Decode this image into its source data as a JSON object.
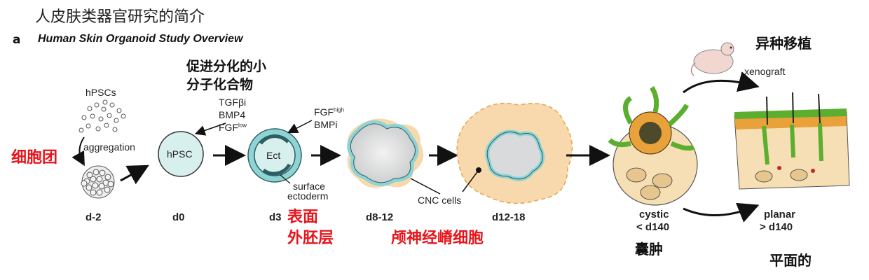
{
  "header": {
    "title_cn": "人皮肤类器官研究的简介",
    "panel_letter": "a",
    "panel_title": "Human Skin Organoid Study Overview"
  },
  "labels": {
    "hpscs": "hPSCs",
    "aggregation": "aggregation",
    "hpsc_cell": "hPSC",
    "tgfbi": "TGFβi",
    "bmp4": "BMP4",
    "fgf": "FGF",
    "fgf_low": "low",
    "fgf_high": "high",
    "bmpi": "BMPi",
    "ect": "Ect",
    "surface": "surface",
    "ectoderm": "ectoderm",
    "cnc_cells": "CNC cells",
    "xenograft": "xenograft"
  },
  "stages": {
    "d_minus2": "d-2",
    "d0": "d0",
    "d3": "d3",
    "d8_12": "d8-12",
    "d12_18": "d12-18",
    "cystic": "cystic",
    "cystic_day": "< d140",
    "planar": "planar",
    "planar_day": "> d140"
  },
  "annotations_cn": {
    "cell_cluster": "细胞团",
    "small_molecules_line1": "促进分化的小",
    "small_molecules_line2": "分子化合物",
    "surface_ectoderm_line1": "表面",
    "surface_ectoderm_line2": "外胚层",
    "neural_crest": "颅神经嵴细胞",
    "xenograft": "异种移植",
    "cystic": "囊肿",
    "planar": "平面的"
  },
  "colors": {
    "red": "#e8141b",
    "teal": "#8fd3d4",
    "teal_dark": "#2b5f63",
    "peach": "#f8d9ad",
    "green": "#5cae2e"
  }
}
